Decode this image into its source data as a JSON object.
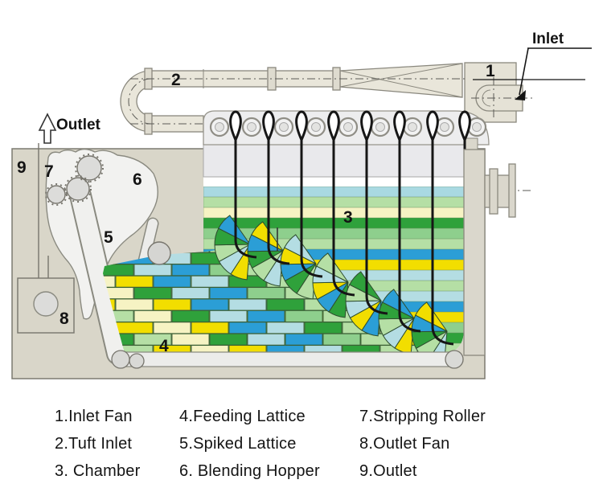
{
  "machine": {
    "inlet_label": "Inlet",
    "outlet_label": "Outlet",
    "parts": {
      "n1": "1",
      "n2": "2",
      "n3": "3",
      "n4": "4",
      "n5": "5",
      "n6": "6",
      "n7": "7",
      "n8": "8",
      "n9": "9"
    }
  },
  "legend": {
    "columns": [
      {
        "items": [
          "1.Inlet Fan",
          "2.Tuft Inlet",
          "3. Chamber"
        ]
      },
      {
        "items": [
          "4.Feeding Lattice",
          "5.Spiked Lattice",
          "6. Blending Hopper"
        ]
      },
      {
        "items": [
          "7.Stripping Roller",
          "8.Outlet Fan",
          "9.Outlet"
        ]
      }
    ]
  },
  "colors": {
    "blue": "#2b9ed6",
    "yellow": "#f2de00",
    "green": "#2fa13b",
    "palegreen": "#b5dfa5",
    "lightgreen": "#8ecf8d",
    "palecyan": "#b4dde3",
    "cream": "#f6f3c3",
    "lightblue": "#a9d9e2",
    "machine_gray": "#d9d6c9",
    "pipe_beige": "#e9e6da",
    "line_black": "#161616"
  }
}
